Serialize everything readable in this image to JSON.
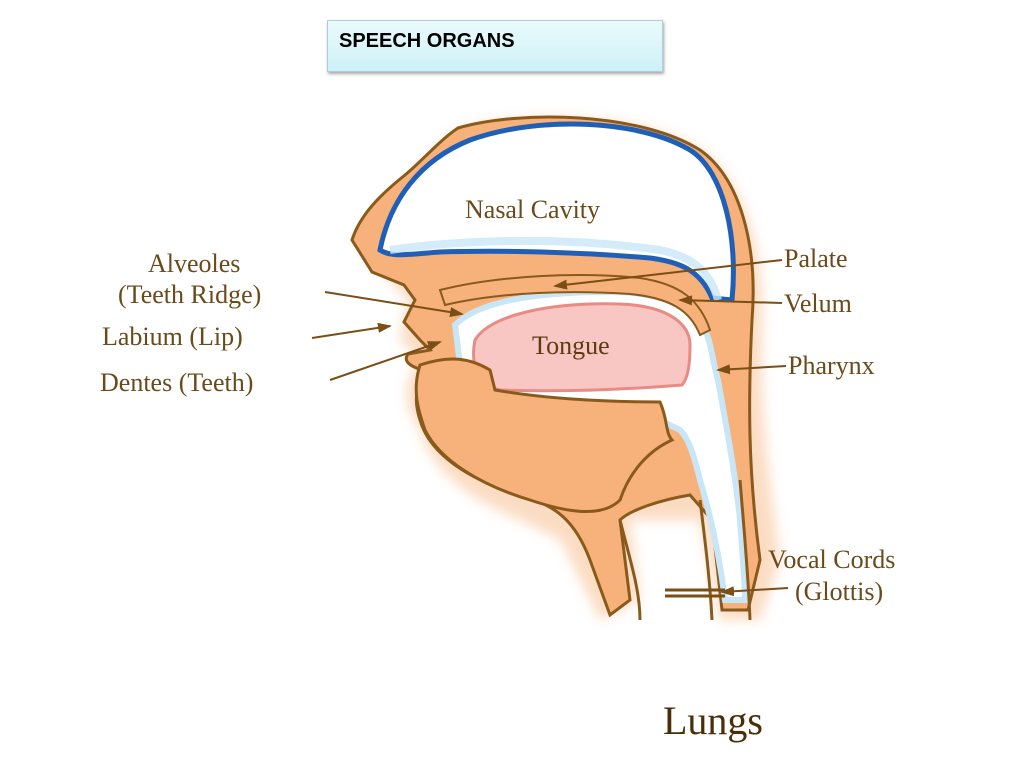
{
  "title": "SPEECH ORGANS",
  "labels": {
    "nasal_cavity": "Nasal Cavity",
    "alveoles": "Alveoles",
    "teeth_ridge": "(Teeth Ridge)",
    "labium": "Labium (Lip)",
    "dentes": "Dentes (Teeth)",
    "tongue": "Tongue",
    "palate": "Palate",
    "velum": "Velum",
    "pharynx": "Pharynx",
    "vocal_cords": "Vocal Cords",
    "glottis": "(Glottis)",
    "lungs": "Lungs"
  },
  "colors": {
    "skin": "#f6b27a",
    "outline": "#8a5a1c",
    "cavity_blue": "#1f5fb8",
    "cavity_fill": "#ffffff",
    "cavity_glow": "#c9e6f7",
    "tongue_fill": "#f8c7c3",
    "tongue_edge": "#ea8a84",
    "arrow": "#7a4e14"
  }
}
